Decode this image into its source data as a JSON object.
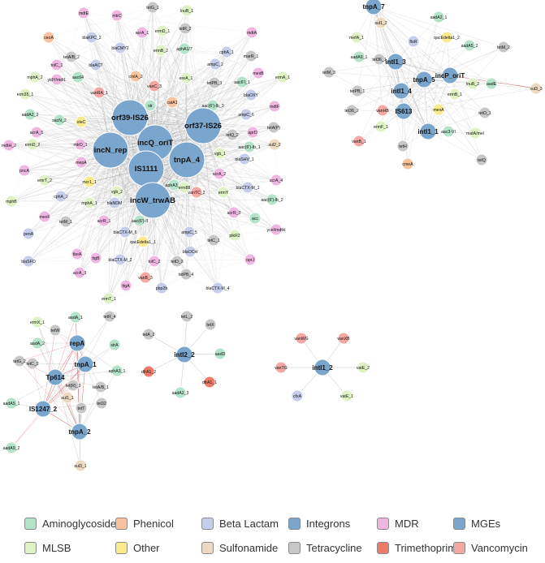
{
  "colors": {
    "Aminoglycoside": "#b3e3c8",
    "Phenicol": "#f9c39d",
    "Beta Lactam": "#c5cdea",
    "Integrons": "#7aa6cd",
    "MDR": "#efb7e0",
    "MGEs": "#7aa6cd",
    "MLSB": "#dff2c3",
    "Other": "#fbeb8c",
    "Sulfonamide": "#ecd9bf",
    "Tetracycline": "#c7c7c7",
    "Trimethoprim": "#ee7a6a",
    "Vancomycin": "#f5a8a2"
  },
  "legend": {
    "row1": [
      "Aminoglycoside",
      "Phenicol",
      "Beta Lactam",
      "Integrons",
      "MDR",
      "MGEs"
    ],
    "row2": [
      "MLSB",
      "Other",
      "Sulfonamide",
      "Tetracycline",
      "Trimethoprim",
      "Vancomycin"
    ]
  },
  "networks": [
    {
      "id": "main-network",
      "hubs": [
        [
          "orf39-IS26",
          "MGEs",
          160,
          145
        ],
        [
          "incQ_oriT",
          "MGEs",
          191,
          176
        ],
        [
          "orf37-IS26",
          "MGEs",
          250,
          155
        ],
        [
          "incN_rep",
          "MGEs",
          136,
          185
        ],
        [
          "IS1111",
          "MGEs",
          180,
          208
        ],
        [
          "tnpA_4",
          "MGEs",
          230,
          197
        ],
        [
          "incW_trwAB",
          "MGEs",
          188,
          247
        ]
      ],
      "nodes": [
        [
          "tetG_1",
          "Tetracycline",
          188,
          9
        ],
        [
          "lnuB_1",
          "MLSB",
          230,
          13
        ],
        [
          "mdtE",
          "MDR",
          103,
          16
        ],
        [
          "mtrC",
          "MDR",
          144,
          19
        ],
        [
          "tetR_2",
          "Tetracycline",
          228,
          35
        ],
        [
          "ermD_1",
          "MLSB",
          200,
          38
        ],
        [
          "acrA_1",
          "MDR",
          175,
          40
        ],
        [
          "ceoA",
          "Phenicol",
          60,
          46
        ],
        [
          "blaKPC_2",
          "Beta Lactam",
          113,
          46
        ],
        [
          "mdtA",
          "MDR",
          310,
          40
        ],
        [
          "blaCMY2",
          "Beta Lactam",
          148,
          59
        ],
        [
          "ermB_2",
          "MLSB",
          198,
          62
        ],
        [
          "aphA1/7",
          "Aminoglycoside",
          227,
          60
        ],
        [
          "tetA/B_2",
          "Tetracycline",
          88,
          70
        ],
        [
          "blaACT",
          "Beta Lactam",
          118,
          80
        ],
        [
          "tolC_1",
          "MDR",
          70,
          80
        ],
        [
          "ampC_2",
          "Beta Lactam",
          265,
          79
        ],
        [
          "marR_1",
          "Tetracycline",
          309,
          69
        ],
        [
          "cphA_1",
          "Beta Lactam",
          279,
          64
        ],
        [
          "mphA_2",
          "MLSB",
          43,
          95
        ],
        [
          "aac04",
          "Aminoglycoside",
          96,
          95
        ],
        [
          "yidY/mdtL",
          "MDR",
          70,
          98
        ],
        [
          "cmlA_2",
          "Phenicol",
          167,
          94
        ],
        [
          "ereA_1",
          "MLSB",
          229,
          96
        ],
        [
          "mexB",
          "MDR",
          318,
          90
        ],
        [
          "ermA_1",
          "MLSB",
          348,
          95
        ],
        [
          "tetPB_3",
          "Tetracycline",
          264,
          102
        ],
        [
          "vanC_3",
          "Vancomycin",
          190,
          106
        ],
        [
          "vanRA_1",
          "Vancomycin",
          122,
          114
        ],
        [
          "aac6'I_1",
          "Aminoglycoside",
          298,
          101
        ],
        [
          "blaOXY",
          "Beta Lactam",
          309,
          117
        ],
        [
          "erm35_1",
          "MLSB",
          31,
          116
        ],
        [
          "catA1",
          "Phenicol",
          212,
          126
        ],
        [
          "str",
          "Aminoglycoside",
          185,
          130
        ],
        [
          "aac(6')-lb_3",
          "Aminoglycoside",
          262,
          130
        ],
        [
          "mdtF",
          "MDR",
          338,
          131
        ],
        [
          "aadA2_2",
          "Aminoglycoside",
          37,
          141
        ],
        [
          "sacN_2",
          "Aminoglycoside",
          73,
          148
        ],
        [
          "oleC",
          "Other",
          100,
          150
        ],
        [
          "ampC_6",
          "Beta Lactam",
          303,
          141
        ],
        [
          "aprD",
          "MDR",
          311,
          163
        ],
        [
          "acrA_5",
          "MDR",
          45,
          163
        ],
        [
          "tetQ_2",
          "Tetracycline",
          286,
          166
        ],
        [
          "tetA(P)",
          "Tetracycline",
          337,
          157
        ],
        [
          "mdtH_2",
          "MDR",
          11,
          179
        ],
        [
          "ermD_2",
          "MLSB",
          40,
          178
        ],
        [
          "mtrD_1",
          "MDR",
          99,
          178
        ],
        [
          "aac(6')-lb_1",
          "Aminoglycoside",
          307,
          181
        ],
        [
          "sul2_2",
          "Sulfonamide",
          338,
          178
        ],
        [
          "vgb_1",
          "MLSB",
          271,
          189
        ],
        [
          "blaSHV_1",
          "Beta Lactam",
          301,
          196
        ],
        [
          "pncA",
          "MDR",
          30,
          210
        ],
        [
          "mepA",
          "MDR",
          100,
          200
        ],
        [
          "acrA_2",
          "MDR",
          270,
          214
        ],
        [
          "acrA_4",
          "MDR",
          340,
          222
        ],
        [
          "emrT_2",
          "MLSB",
          55,
          222
        ],
        [
          "mcr1_1",
          "Other",
          110,
          224
        ],
        [
          "aphA3_2",
          "Aminoglycoside",
          214,
          228
        ],
        [
          "ermY",
          "MLSB",
          275,
          237
        ],
        [
          "blaCTX-M_1",
          "Beta Lactam",
          305,
          231
        ],
        [
          "mphB",
          "MLSB",
          14,
          248
        ],
        [
          "cphA_2",
          "Beta Lactam",
          75,
          242
        ],
        [
          "vgb_2",
          "MLSB",
          144,
          236
        ],
        [
          "erm88",
          "MLSB",
          227,
          231
        ],
        [
          "vanTC_2",
          "Vancomycin",
          242,
          237
        ],
        [
          "aac(6')-lb_2",
          "Aminoglycoside",
          335,
          246
        ],
        [
          "mphA_1",
          "MLSB",
          110,
          250
        ],
        [
          "blaNDM",
          "Beta Lactam",
          141,
          250
        ],
        [
          "mexF",
          "MDR",
          55,
          267
        ],
        [
          "tetM_1",
          "Tetracycline",
          81,
          273
        ],
        [
          "acrR_1",
          "MDR",
          128,
          272
        ],
        [
          "aac(6')-II",
          "Aminoglycoside",
          172,
          272
        ],
        [
          "acrR_3",
          "MDR",
          288,
          262
        ],
        [
          "acc",
          "Aminoglycoside",
          314,
          269
        ],
        [
          "ycel/mdtH",
          "MDR",
          340,
          283
        ],
        [
          "penA",
          "Beta Lactam",
          35,
          288
        ],
        [
          "blaCTX-M_6",
          "Beta Lactam",
          154,
          286
        ],
        [
          "qacEdelta1_1",
          "Other",
          176,
          298
        ],
        [
          "pikR2",
          "MLSB",
          289,
          290
        ],
        [
          "ampC_5",
          "Beta Lactam",
          233,
          286
        ],
        [
          "tetC_1",
          "Tetracycline",
          263,
          296
        ],
        [
          "blaSFO",
          "Beta Lactam",
          35,
          322
        ],
        [
          "tbeA",
          "MDR",
          95,
          313
        ],
        [
          "ttgB",
          "MDR",
          118,
          318
        ],
        [
          "blaCTX-M_2",
          "Beta Lactam",
          148,
          320
        ],
        [
          "tolC_2",
          "MDR",
          190,
          322
        ],
        [
          "tetD_3",
          "Tetracycline",
          218,
          322
        ],
        [
          "blaOCH",
          "Beta Lactam",
          234,
          310
        ],
        [
          "oprJ",
          "MDR",
          308,
          320
        ],
        [
          "acrA_3",
          "MDR",
          98,
          336
        ],
        [
          "tetPB_4",
          "Tetracycline",
          229,
          338
        ],
        [
          "vanB_3",
          "Vancomycin",
          179,
          342
        ],
        [
          "ttgA",
          "MDR",
          155,
          352
        ],
        [
          "pbp2b",
          "Beta Lactam",
          199,
          355
        ],
        [
          "blaCTX-M_4",
          "Beta Lactam",
          268,
          355
        ],
        [
          "ermT_1",
          "MLSB",
          134,
          368
        ]
      ]
    },
    {
      "id": "integron-network",
      "hubs": [
        [
          "tnpA_7",
          "MGEs",
          460,
          8
        ],
        [
          "intI1_3",
          "Integrons",
          487,
          76
        ],
        [
          "incP_oriT",
          "MGEs",
          554,
          93
        ],
        [
          "tnpA_5",
          "MGEs",
          522,
          98
        ],
        [
          "intI1_4",
          "Integrons",
          494,
          112
        ],
        [
          "IS613",
          "MGEs",
          497,
          137
        ],
        [
          "intI1_1",
          "Integrons",
          527,
          162
        ]
      ],
      "nodes": [
        [
          "sul1_2",
          "Sulfonamide",
          469,
          28
        ],
        [
          "aadA2_1",
          "Aminoglycoside",
          540,
          21
        ],
        [
          "mefA_1",
          "MLSB",
          439,
          46
        ],
        [
          "floR",
          "Beta Lactam",
          509,
          51
        ],
        [
          "qacEdelta1_2",
          "Other",
          550,
          46
        ],
        [
          "aadA9_1",
          "Aminoglycoside",
          442,
          70
        ],
        [
          "tet36_1",
          "Tetracycline",
          467,
          73
        ],
        [
          "aadA5_2",
          "Aminoglycoside",
          578,
          56
        ],
        [
          "tetM_2",
          "Tetracycline",
          620,
          58
        ],
        [
          "tetM_3",
          "Tetracycline",
          405,
          89
        ],
        [
          "aadE",
          "Aminoglycoside",
          605,
          103
        ],
        [
          "lnuB_2",
          "MLSB",
          582,
          103
        ],
        [
          "tetPB_1",
          "Tetracycline",
          440,
          112
        ],
        [
          "sul3_3",
          "Sulfonamide",
          660,
          109
        ],
        [
          "ermB_1",
          "MLSB",
          560,
          116
        ],
        [
          "tet36_2",
          "Tetracycline",
          433,
          136
        ],
        [
          "vanHB",
          "Vancomycin",
          471,
          136
        ],
        [
          "mexA",
          "Other",
          540,
          135
        ],
        [
          "tetO_1",
          "Tetracycline",
          597,
          139
        ],
        [
          "aac3-VI",
          "Aminoglycoside",
          552,
          162
        ],
        [
          "matA/mel",
          "MLSB",
          585,
          164
        ],
        [
          "ermF_1",
          "MLSB",
          469,
          156
        ],
        [
          "tetH",
          "Tetracycline",
          496,
          180
        ],
        [
          "vanB_1",
          "Vancomycin",
          442,
          174
        ],
        [
          "tetQ",
          "Tetracycline",
          593,
          197
        ],
        [
          "cmeA",
          "Phenicol",
          502,
          202
        ]
      ]
    },
    {
      "id": "mge-network",
      "hubs": [
        [
          "repA",
          "MGEs",
          95,
          423
        ],
        [
          "tnpA_1",
          "MGEs",
          105,
          449
        ],
        [
          "Tp614",
          "MGEs",
          68,
          465
        ],
        [
          "IS1247_2",
          "MGEs",
          53,
          504
        ],
        [
          "tnpA_2",
          "MGEs",
          98,
          532
        ]
      ],
      "nodes": [
        [
          "aadA_1",
          "Aminoglycoside",
          93,
          391
        ],
        [
          "tetR_4",
          "Tetracycline",
          135,
          390
        ],
        [
          "ermX_1",
          "MLSB",
          46,
          397
        ],
        [
          "tetW",
          "Tetracycline",
          68,
          407
        ],
        [
          "aadA_2",
          "Aminoglycoside",
          46,
          423
        ],
        [
          "strA",
          "Aminoglycoside",
          141,
          425
        ],
        [
          "tetG_2",
          "Tetracycline",
          24,
          445
        ],
        [
          "tetC_2",
          "Tetracycline",
          40,
          448
        ],
        [
          "aphA3_1",
          "Aminoglycoside",
          144,
          457
        ],
        [
          "tet(R)_3",
          "Tetracycline",
          90,
          475
        ],
        [
          "tetA/B_1",
          "Tetracycline",
          124,
          477
        ],
        [
          "aadA5_1",
          "Aminoglycoside",
          14,
          497
        ],
        [
          "sul1_1",
          "Sulfonamide",
          83,
          490
        ],
        [
          "tet32",
          "Tetracycline",
          125,
          497
        ],
        [
          "tetT",
          "Tetracycline",
          100,
          503
        ],
        [
          "aadA9_2",
          "Aminoglycoside",
          14,
          552
        ],
        [
          "sul3_1",
          "Sulfonamide",
          99,
          574
        ]
      ]
    },
    {
      "id": "intI2-network",
      "hubs": [
        [
          "intI2_2",
          "Integrons",
          227,
          437
        ]
      ],
      "nodes": [
        [
          "tetL_2",
          "Tetracycline",
          230,
          390
        ],
        [
          "tetX",
          "Tetracycline",
          259,
          400
        ],
        [
          "tetA_2",
          "Tetracycline",
          183,
          412
        ],
        [
          "aadD",
          "Aminoglycoside",
          271,
          436
        ],
        [
          "dfrA1_2",
          "Trimethoprim",
          183,
          458
        ],
        [
          "aadA2_3",
          "Aminoglycoside",
          222,
          484
        ],
        [
          "dfrA1_1",
          "Trimethoprim",
          258,
          471
        ]
      ]
    },
    {
      "id": "intI1-2-network",
      "hubs": [
        [
          "intI1_2",
          "Integrons",
          397,
          453
        ]
      ],
      "nodes": [
        [
          "vanWG",
          "Vancomycin",
          371,
          417
        ],
        [
          "vanXB",
          "Vancomycin",
          423,
          417
        ],
        [
          "vanTG",
          "Vancomycin",
          346,
          453
        ],
        [
          "vatE_2",
          "MLSB",
          447,
          453
        ],
        [
          "cfxA",
          "Beta Lactam",
          366,
          488
        ],
        [
          "vatE_1",
          "MLSB",
          427,
          488
        ]
      ]
    }
  ]
}
